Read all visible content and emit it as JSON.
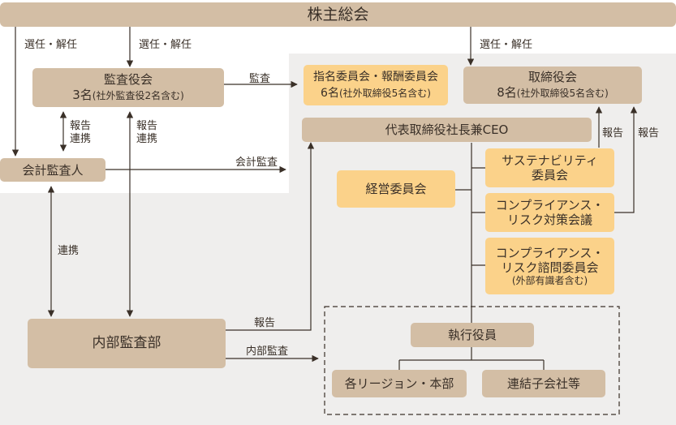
{
  "nodes": {
    "shareholders": "株主総会",
    "audit_board": {
      "title": "監査役会",
      "count": "3名",
      "note": "(社外監査役2名含む)"
    },
    "accounting_auditor": "会計監査人",
    "internal_audit": "内部監査部",
    "nomination_committee": {
      "title": "指名委員会・報酬委員会",
      "count": "6名",
      "note": "(社外取締役5名含む)"
    },
    "board": {
      "title": "取締役会",
      "count": "8名",
      "note": "(社外取締役5名含む)"
    },
    "ceo": "代表取締役社長兼CEO",
    "management_committee": "経営委員会",
    "sustainability_committee": {
      "line1": "サステナビリティ",
      "line2": "委員会"
    },
    "compliance_risk_council": {
      "line1": "コンプライアンス・",
      "line2": "リスク対策会議"
    },
    "compliance_advisory_committee": {
      "line1": "コンプライアンス・",
      "line2": "リスク諮問委員会",
      "note": "(外部有識者含む)"
    },
    "executive_officers": "執行役員",
    "regions_hq": "各リージョン・本部",
    "subsidiaries": "連結子会社等"
  },
  "labels": {
    "elect_dismiss": "選任・解任",
    "audit": "監査",
    "report": "報告",
    "cooperate": "連携",
    "accounting_audit": "会計監査",
    "internal_audit_label": "内部監査"
  }
}
